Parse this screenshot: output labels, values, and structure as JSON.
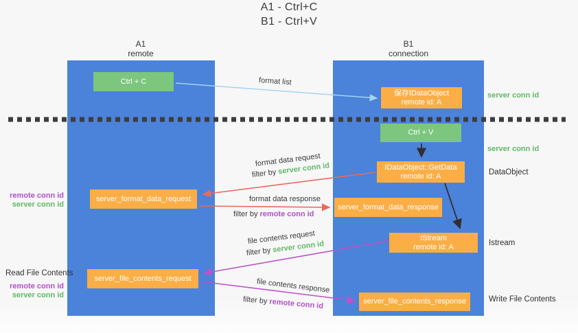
{
  "title": {
    "line1": "A1 - Ctrl+C",
    "line2": "B1 - Ctrl+V"
  },
  "lanes": {
    "left": {
      "name": "A1",
      "role": "remote"
    },
    "right": {
      "name": "B1",
      "role": "connection"
    }
  },
  "boxes": {
    "ctrl_c": "Ctrl + C",
    "ctrl_v": "Ctrl + V",
    "save_idataobject": {
      "line1": "保存IDataObject",
      "line2": "remote id: A"
    },
    "getdata": {
      "line1": "IDataObject::GetData",
      "line2": "remote id: A"
    },
    "istream": {
      "line1": "IStream",
      "line2": "remote id: A"
    },
    "server_format_data_request": "server_format_data_request",
    "server_format_data_response": "server_format_data_response",
    "server_file_contents_request": "server_file_contents_request",
    "server_file_contents_response": "server_file_contents_response"
  },
  "arrow_labels": {
    "format_list": "format list",
    "format_data_request": "format data request",
    "format_data_response": "format data response",
    "file_contents_request": "file contents request",
    "file_contents_response": "file contents response",
    "filter_by": "filter by",
    "server_conn_id": "server conn id",
    "remote_conn_id": "remote conn id"
  },
  "side_labels": {
    "server_conn_id": "server conn id",
    "remote_conn_id": "remote conn id",
    "dataobject": "DataObject",
    "istream": "Istream",
    "read_file_contents": "Read File Contents",
    "write_file_contents": "Write File Contents"
  },
  "colors": {
    "lane_blue": "#4b82da",
    "box_green": "#7cc67e",
    "box_orange": "#fbae45",
    "arrow_blue": "#a5d3f2",
    "arrow_red": "#e96a5e",
    "arrow_purple": "#bb54c6",
    "arrow_black": "#2f2f2f",
    "text_green": "#5fb964",
    "text_purple": "#b04fc6",
    "divider": "#3d3d3d"
  }
}
